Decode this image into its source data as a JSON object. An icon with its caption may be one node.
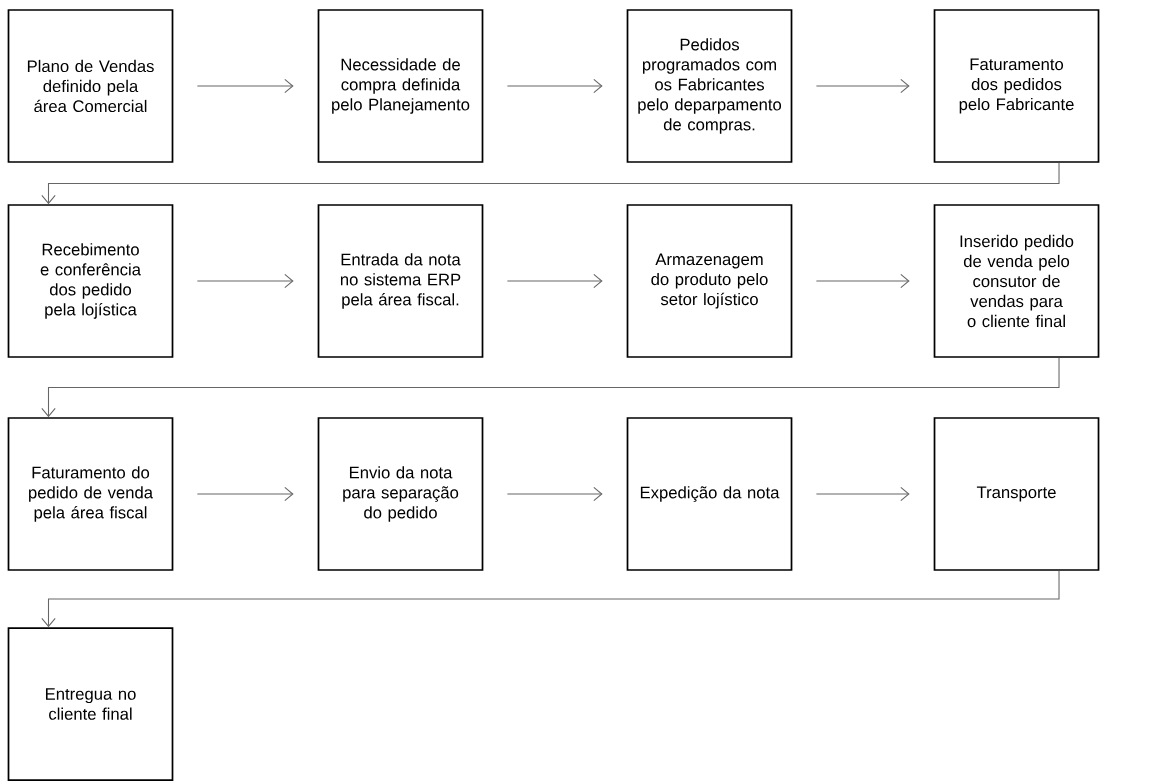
{
  "diagram": {
    "nodes": [
      {
        "text": [
          "Plano de Vendas definido pela área Comercial"
        ]
      },
      {
        "text": [
          "Necessidade de compra definida pelo Planejamento"
        ]
      },
      {
        "text": [
          "Pedidos programados com os Fabricantes pelo deparpamento de compras."
        ]
      },
      {
        "text": [
          "Faturamento dos pedidos pelo Fabricante"
        ]
      },
      {
        "text": [
          "Recebimento e conferência dos pedido pela lojística"
        ]
      },
      {
        "text": [
          "Entrada da nota no sistema ERP pela área fiscal."
        ]
      },
      {
        "text": [
          "Armazenagem do produto pelo setor lojístico"
        ]
      },
      {
        "text": [
          "Inserido pedido de venda pelo consutor de vendas para o cliente final"
        ]
      },
      {
        "text": [
          "Faturamento do pedido de venda pela área fiscal"
        ]
      },
      {
        "text": [
          "Envio da nota para separação do pedido"
        ]
      },
      {
        "text": [
          "Expedição da nota"
        ]
      },
      {
        "text": [
          "Transporte"
        ]
      },
      {
        "text": [
          "Entregua no cliente final"
        ]
      }
    ],
    "edges": [
      {
        "from": 0,
        "to": 1,
        "arrow": "to"
      },
      {
        "from": 1,
        "to": 2,
        "arrow": "to"
      },
      {
        "from": 2,
        "to": 3,
        "arrow": "to"
      },
      {
        "from": 3,
        "to": 4,
        "arrow": "to"
      },
      {
        "from": 4,
        "to": 5,
        "arrow": "to"
      },
      {
        "from": 5,
        "to": 6,
        "arrow": "to"
      },
      {
        "from": 6,
        "to": 7,
        "arrow": "to"
      },
      {
        "from": 7,
        "to": 8,
        "arrow": "to"
      },
      {
        "from": 8,
        "to": 9,
        "arrow": "to"
      },
      {
        "from": 9,
        "to": 10,
        "arrow": "to"
      },
      {
        "from": 10,
        "to": 11,
        "arrow": "to"
      },
      {
        "from": 11,
        "to": 12,
        "arrow": "to"
      }
    ]
  }
}
